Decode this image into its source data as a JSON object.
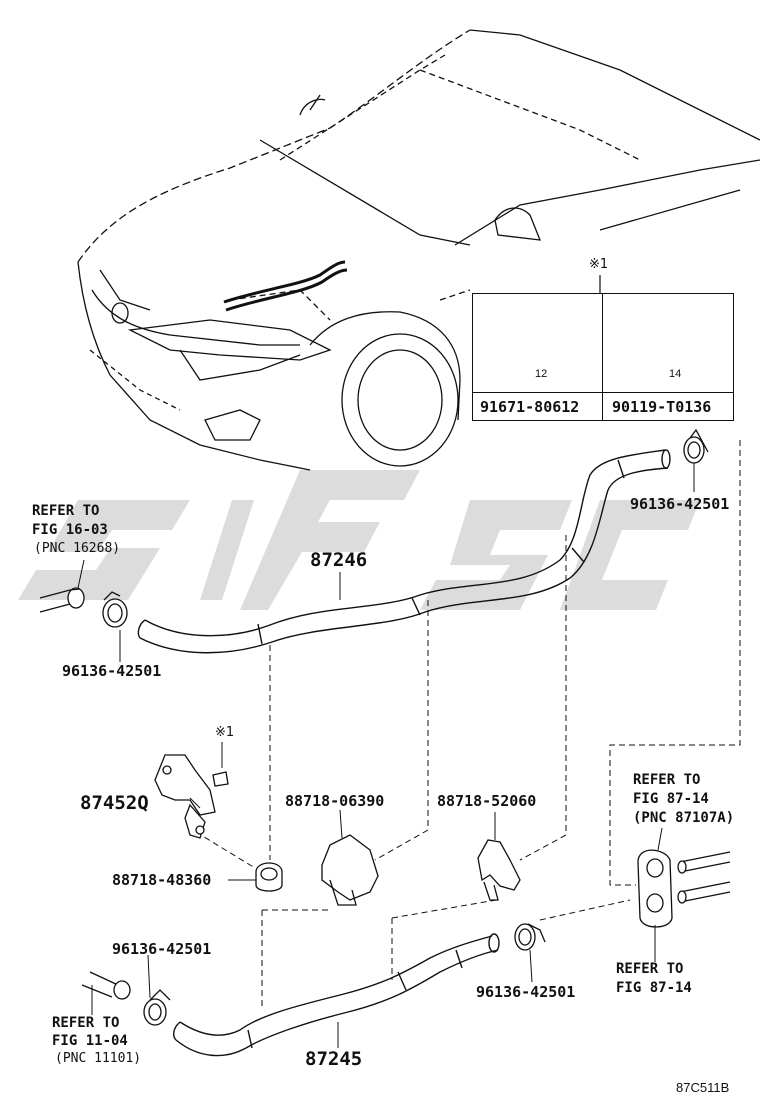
{
  "parts": {
    "hose_upper": "87246",
    "hose_lower": "87245",
    "bracket": "87452Q",
    "clamp_a": "88718-06390",
    "clamp_b": "88718-52060",
    "clamp_c": "88718-48360",
    "hose_clamp_top_right": "96136-42501",
    "hose_clamp_left_upper": "96136-42501",
    "hose_clamp_left_lower": "96136-42501",
    "hose_clamp_lower_right": "96136-42501"
  },
  "bolt_table": {
    "mark": "※1",
    "left_part": "91671-80612",
    "right_part": "90119-T0136",
    "left_length": "12",
    "right_length": "14"
  },
  "bracket_mark": "※1",
  "refs": {
    "fig_16_line1": "REFER TO",
    "fig_16_line2": "FIG 16-03",
    "fig_16_line3": "(PNC 16268)",
    "fig_11_line1": "REFER TO",
    "fig_11_line2": "FIG 11-04",
    "fig_11_line3": "(PNC 11101)",
    "fig_87a_line1": "REFER TO",
    "fig_87a_line2": "FIG 87-14",
    "fig_87a_line3": "(PNC 87107A)",
    "fig_87b_line1": "REFER TO",
    "fig_87b_line2": "FIG 87-14"
  },
  "figure_code": "87C511B",
  "colors": {
    "line": "#111111",
    "watermark": "#d3d3d3"
  }
}
